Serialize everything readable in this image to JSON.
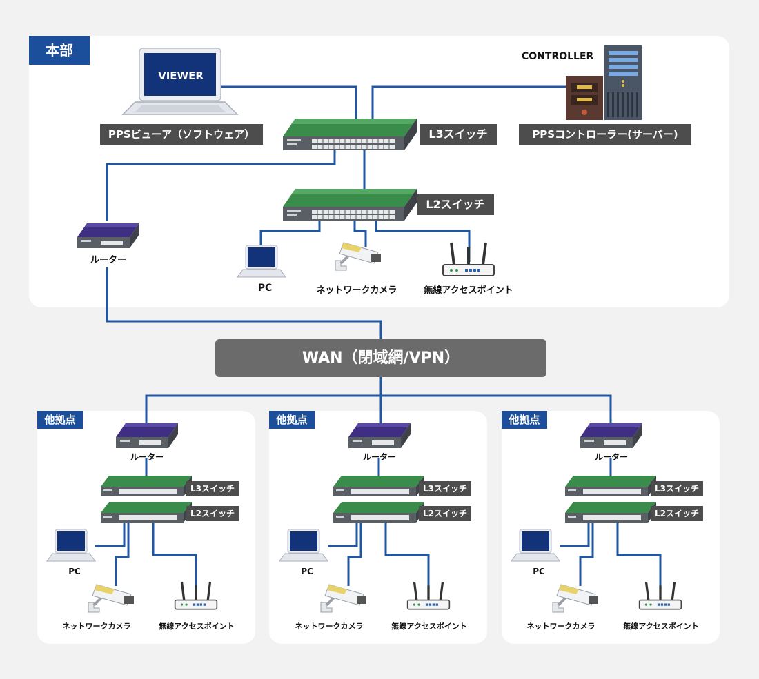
{
  "colors": {
    "wire": "#1f57a3",
    "tag": "#1b4e9b",
    "switch_green": "#3a8c4a",
    "router_purple": "#3e2f82",
    "label_bg": "#4d4d4d",
    "wan_bg": "#6b6b6b"
  },
  "hq": {
    "tag": "本部",
    "viewer_screen": "VIEWER",
    "viewer_label": "PPSビューア（ソフトウェア）",
    "controller_caption": "CONTROLLER",
    "controller_label": "PPSコントローラー(サーバー)",
    "l3_label": "L3スイッチ",
    "l2_label": "L2スイッチ",
    "router_label": "ルーター",
    "pc_label": "PC",
    "camera_label": "ネットワークカメラ",
    "ap_label": "無線アクセスポイント"
  },
  "wan": {
    "label": "WAN（閉域網/VPN）"
  },
  "sites": [
    {
      "tag": "他拠点",
      "router_label": "ルーター",
      "l3_label": "L3スイッチ",
      "l2_label": "L2スイッチ",
      "pc_label": "PC",
      "camera_label": "ネットワークカメラ",
      "ap_label": "無線アクセスポイント"
    },
    {
      "tag": "他拠点",
      "router_label": "ルーター",
      "l3_label": "L3スイッチ",
      "l2_label": "L2スイッチ",
      "pc_label": "PC",
      "camera_label": "ネットワークカメラ",
      "ap_label": "無線アクセスポイント"
    },
    {
      "tag": "他拠点",
      "router_label": "ルーター",
      "l3_label": "L3スイッチ",
      "l2_label": "L2スイッチ",
      "pc_label": "PC",
      "camera_label": "ネットワークカメラ",
      "ap_label": "無線アクセスポイント"
    }
  ],
  "icons": {
    "laptop": "laptop-icon",
    "server": "server-icon",
    "switch": "network-switch-icon",
    "router": "router-icon",
    "camera": "security-camera-icon",
    "access_point": "wireless-access-point-icon"
  }
}
